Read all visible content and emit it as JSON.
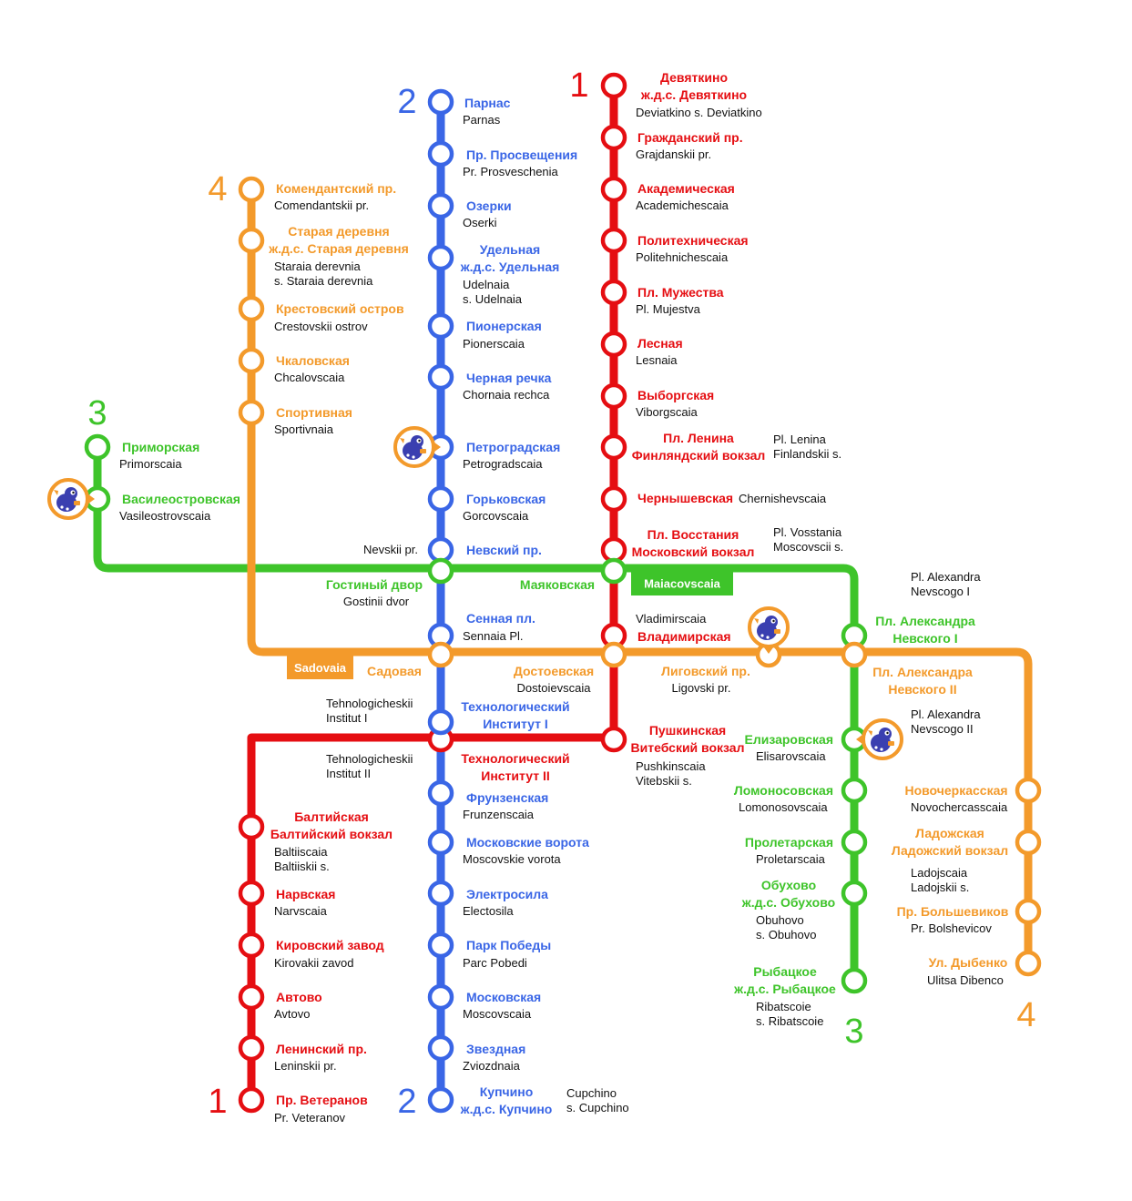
{
  "colors": {
    "line1": "#e50e12",
    "line2": "#3a66e6",
    "line3": "#3ec42a",
    "line4": "#f39a2b",
    "station_fill": "#ffffff",
    "label_dark": "#111111",
    "icon_body": "#3a3fb0"
  },
  "line_numbers": {
    "line1": "1",
    "line2": "2",
    "line3": "3",
    "line4": "4"
  },
  "line_tags": {
    "sadovaia": "Sadovaia",
    "maiacovscaia": "Maiacovscaia"
  },
  "stations": [
    {
      "id": "deviatkino",
      "line": "line1",
      "ru": [
        "Девяткино",
        "ж.д.с. Девяткино"
      ],
      "lat": [
        "Deviatkino s. Deviatkino"
      ]
    },
    {
      "id": "grajdanskii",
      "line": "line1",
      "ru": [
        "Гражданский пр."
      ],
      "lat": [
        "Grajdanskii pr."
      ]
    },
    {
      "id": "academicheskaia",
      "line": "line1",
      "ru": [
        "Академическая"
      ],
      "lat": [
        "Academichescaia"
      ]
    },
    {
      "id": "politehnicheskaia",
      "line": "line1",
      "ru": [
        "Политехническая"
      ],
      "lat": [
        "Politehnichescaia"
      ]
    },
    {
      "id": "pl-mujestva",
      "line": "line1",
      "ru": [
        "Пл. Мужества"
      ],
      "lat": [
        "Pl. Mujestva"
      ]
    },
    {
      "id": "lesnaia",
      "line": "line1",
      "ru": [
        "Лесная"
      ],
      "lat": [
        "Lesnaia"
      ]
    },
    {
      "id": "viborgskaia",
      "line": "line1",
      "ru": [
        "Выборгская"
      ],
      "lat": [
        "Viborgscaia"
      ]
    },
    {
      "id": "pl-lenina",
      "line": "line1",
      "ru": [
        "Пл. Ленина",
        "Финляндский вокзал"
      ],
      "lat": [
        "Pl. Lenina",
        "Finlandskii s."
      ]
    },
    {
      "id": "chernishevskaia",
      "line": "line1",
      "ru": [
        "Чернышевская"
      ],
      "lat": [
        "Chernishevscaia"
      ]
    },
    {
      "id": "pl-vosstania",
      "line": "line1",
      "ru": [
        "Пл. Восстания",
        "Московский вокзал"
      ],
      "lat": [
        "Pl. Vosstania",
        "Moscovscii s."
      ]
    },
    {
      "id": "vladimirskaia",
      "line": "line1",
      "ru": [
        "Владимирская"
      ],
      "lat": [
        "Vladimirscaia"
      ]
    },
    {
      "id": "pushkinskaia",
      "line": "line1",
      "ru": [
        "Пушкинская",
        "Витебский вокзал"
      ],
      "lat": [
        "Pushkinscaia",
        "Vitebskii s."
      ]
    },
    {
      "id": "tehnologicheskii-2",
      "line": "line1",
      "ru": [
        "Технологический",
        "Институт II"
      ],
      "lat": [
        "Tehnologicheskii",
        "Institut II"
      ]
    },
    {
      "id": "baltiiskaia",
      "line": "line1",
      "ru": [
        "Балтийская",
        "Балтийский вокзал"
      ],
      "lat": [
        "Baltiiscaia",
        "Baltiiskii s."
      ]
    },
    {
      "id": "narvskaia",
      "line": "line1",
      "ru": [
        "Нарвская"
      ],
      "lat": [
        "Narvscaia"
      ]
    },
    {
      "id": "kirovskii-zavod",
      "line": "line1",
      "ru": [
        "Кировский завод"
      ],
      "lat": [
        "Kirovakii zavod"
      ]
    },
    {
      "id": "avtovo",
      "line": "line1",
      "ru": [
        "Автово"
      ],
      "lat": [
        "Avtovo"
      ]
    },
    {
      "id": "leninskii",
      "line": "line1",
      "ru": [
        "Ленинский пр."
      ],
      "lat": [
        "Leninskii pr."
      ]
    },
    {
      "id": "pr-veteranov",
      "line": "line1",
      "ru": [
        "Пр. Ветеранов"
      ],
      "lat": [
        "Pr. Veteranov"
      ]
    },
    {
      "id": "parnas",
      "line": "line2",
      "ru": [
        "Парнас"
      ],
      "lat": [
        "Parnas"
      ]
    },
    {
      "id": "pr-prosvescheniia",
      "line": "line2",
      "ru": [
        "Пр. Просвещения"
      ],
      "lat": [
        "Pr. Prosveschenia"
      ]
    },
    {
      "id": "ozerki",
      "line": "line2",
      "ru": [
        "Озерки"
      ],
      "lat": [
        "Oserki"
      ]
    },
    {
      "id": "udelnaia",
      "line": "line2",
      "ru": [
        "Удельная",
        "ж.д.с. Удельная"
      ],
      "lat": [
        "Udelnaia",
        "s. Udelnaia"
      ]
    },
    {
      "id": "pionerskaia",
      "line": "line2",
      "ru": [
        "Пионерская"
      ],
      "lat": [
        "Pionerscaia"
      ]
    },
    {
      "id": "chernaia-rechka",
      "line": "line2",
      "ru": [
        "Черная речка"
      ],
      "lat": [
        "Chornaia rechca"
      ]
    },
    {
      "id": "petrogradskaia",
      "line": "line2",
      "ru": [
        "Петроградская"
      ],
      "lat": [
        "Petrogradscaia"
      ]
    },
    {
      "id": "gorkovskaia",
      "line": "line2",
      "ru": [
        "Горьковская"
      ],
      "lat": [
        "Gorcovscaia"
      ]
    },
    {
      "id": "nevskii",
      "line": "line2",
      "ru": [
        "Невский пр."
      ],
      "lat": [
        "Nevskii pr."
      ]
    },
    {
      "id": "sennaia",
      "line": "line2",
      "ru": [
        "Сенная пл."
      ],
      "lat": [
        "Sennaia Pl."
      ]
    },
    {
      "id": "tehnologicheskii-1",
      "line": "line2",
      "ru": [
        "Технологический",
        "Институт I"
      ],
      "lat": [
        "Tehnologicheskii",
        "Institut I"
      ]
    },
    {
      "id": "frunzenskaia",
      "line": "line2",
      "ru": [
        "Фрунзенская"
      ],
      "lat": [
        "Frunzenscaia"
      ]
    },
    {
      "id": "moskovskie-vorota",
      "line": "line2",
      "ru": [
        "Московские ворота"
      ],
      "lat": [
        "Moscovskie vorota"
      ]
    },
    {
      "id": "elektrosila",
      "line": "line2",
      "ru": [
        "Электросила"
      ],
      "lat": [
        "Electosila"
      ]
    },
    {
      "id": "park-pobedy",
      "line": "line2",
      "ru": [
        "Парк Победы"
      ],
      "lat": [
        "Parc Pobedi"
      ]
    },
    {
      "id": "moskovskaia",
      "line": "line2",
      "ru": [
        "Московская"
      ],
      "lat": [
        "Moscovscaia"
      ]
    },
    {
      "id": "zvezdnaia",
      "line": "line2",
      "ru": [
        "Звездная"
      ],
      "lat": [
        "Zviozdnaia"
      ]
    },
    {
      "id": "kupchino",
      "line": "line2",
      "ru": [
        "Купчино",
        "ж.д.с. Купчино"
      ],
      "lat": [
        "Cupchino",
        "s. Cupchino"
      ]
    },
    {
      "id": "primorskaia",
      "line": "line3",
      "ru": [
        "Приморская"
      ],
      "lat": [
        "Primorscaia"
      ]
    },
    {
      "id": "vasileostrovskaia",
      "line": "line3",
      "ru": [
        "Василеостровская"
      ],
      "lat": [
        "Vasileostrovscaia"
      ]
    },
    {
      "id": "gostinii-dvor",
      "line": "line3",
      "ru": [
        "Гостиный двор"
      ],
      "lat": [
        "Gostinii dvor"
      ]
    },
    {
      "id": "maiakovskaia",
      "line": "line3",
      "ru": [
        "Маяковская"
      ],
      "lat": []
    },
    {
      "id": "pl-al-nevskogo-1",
      "line": "line3",
      "ru": [
        "Пл. Александра",
        "Невского I"
      ],
      "lat": [
        "Pl. Alexandra",
        "Nevscogo I"
      ]
    },
    {
      "id": "elizarovskaia",
      "line": "line3",
      "ru": [
        "Елизаровская"
      ],
      "lat": [
        "Elisarovscaia"
      ]
    },
    {
      "id": "lomonosovskaia",
      "line": "line3",
      "ru": [
        "Ломоносовская"
      ],
      "lat": [
        "Lomonosovscaia"
      ]
    },
    {
      "id": "proletarskaia",
      "line": "line3",
      "ru": [
        "Пролетарская"
      ],
      "lat": [
        "Proletarscaia"
      ]
    },
    {
      "id": "obuhovo",
      "line": "line3",
      "ru": [
        "Обухово",
        "ж.д.с. Обухово"
      ],
      "lat": [
        "Obuhovo",
        "s. Obuhovo"
      ]
    },
    {
      "id": "ribatskoe",
      "line": "line3",
      "ru": [
        "Рыбацкое",
        "ж.д.с. Рыбацкое"
      ],
      "lat": [
        "Ribatscoie",
        "s. Ribatscoie"
      ]
    },
    {
      "id": "komendantskii",
      "line": "line4",
      "ru": [
        "Комендантский пр."
      ],
      "lat": [
        "Comendantskii pr."
      ]
    },
    {
      "id": "staraia-derevnia",
      "line": "line4",
      "ru": [
        "Старая деревня",
        "ж.д.с. Старая деревня"
      ],
      "lat": [
        "Staraia derevnia",
        "s. Staraia derevnia"
      ]
    },
    {
      "id": "krestovskii-ostrov",
      "line": "line4",
      "ru": [
        "Крестовский остров"
      ],
      "lat": [
        "Crestovskii ostrov"
      ]
    },
    {
      "id": "chkalovskaia",
      "line": "line4",
      "ru": [
        "Чкаловская"
      ],
      "lat": [
        "Chcalovscaia"
      ]
    },
    {
      "id": "sportivnaia",
      "line": "line4",
      "ru": [
        "Спортивная"
      ],
      "lat": [
        "Sportivnaia"
      ]
    },
    {
      "id": "sadovaia",
      "line": "line4",
      "ru": [
        "Садовая"
      ],
      "lat": []
    },
    {
      "id": "dostoevskaia",
      "line": "line4",
      "ru": [
        "Достоевская"
      ],
      "lat": [
        "Dostoievscaia"
      ]
    },
    {
      "id": "ligovskii",
      "line": "line4",
      "ru": [
        "Лиговский пр."
      ],
      "lat": [
        "Ligovski pr."
      ]
    },
    {
      "id": "pl-al-nevskogo-2",
      "line": "line4",
      "ru": [
        "Пл. Александра",
        "Невского II"
      ],
      "lat": [
        "Pl. Alexandra",
        "Nevscogo II"
      ]
    },
    {
      "id": "novocherkasskaia",
      "line": "line4",
      "ru": [
        "Новочеркасская"
      ],
      "lat": [
        "Novochercasscaia"
      ]
    },
    {
      "id": "ladozhskaia",
      "line": "line4",
      "ru": [
        "Ладожская",
        "Ладожский вокзал"
      ],
      "lat": [
        "Ladojscaia",
        "Ladojskii s."
      ]
    },
    {
      "id": "pr-bolshevikov",
      "line": "line4",
      "ru": [
        "Пр. Большевиков"
      ],
      "lat": [
        "Pr. Bolshevicov"
      ]
    },
    {
      "id": "ul-dybenko",
      "line": "line4",
      "ru": [
        "Ул. Дыбенко"
      ],
      "lat": [
        "Ulitsa Dibenco"
      ]
    }
  ],
  "construction_icons": [
    {
      "id": "petrogradskaia",
      "icon": "construction-worker-icon"
    },
    {
      "id": "vasileostrovskaia",
      "icon": "construction-worker-icon"
    },
    {
      "id": "ligovskii",
      "icon": "construction-worker-icon"
    },
    {
      "id": "elizarovskaia",
      "icon": "construction-worker-icon"
    }
  ]
}
